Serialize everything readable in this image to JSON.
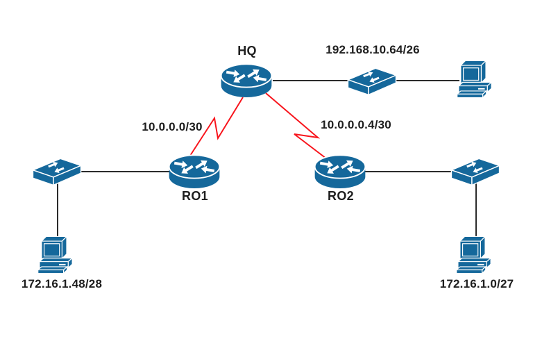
{
  "diagram_type": "network-topology",
  "colors": {
    "device_blue": "#15689b",
    "ethernet_link": "#2b2b2b",
    "serial_link_red": "#f8141c",
    "label_text": "#1e1e1e",
    "background": "#ffffff"
  },
  "nodes": {
    "hq_router": {
      "type": "router",
      "label": "HQ"
    },
    "ro1_router": {
      "type": "router",
      "label": "RO1"
    },
    "ro2_router": {
      "type": "router",
      "label": "RO2"
    },
    "hq_switch": {
      "type": "switch"
    },
    "left_switch": {
      "type": "switch"
    },
    "right_switch": {
      "type": "switch"
    },
    "hq_pc": {
      "type": "pc"
    },
    "left_pc": {
      "type": "pc"
    },
    "right_pc": {
      "type": "pc"
    }
  },
  "networks": {
    "hq_lan": "192.168.10.64/26",
    "serial_left": "10.0.0.0/30",
    "serial_right": "10.0.0.0.4/30",
    "left_lan": "172.16.1.48/28",
    "right_lan": "172.16.1.0/27"
  },
  "links": [
    {
      "from": "hq_router",
      "to": "hq_switch",
      "type": "ethernet"
    },
    {
      "from": "hq_switch",
      "to": "hq_pc",
      "type": "ethernet",
      "network": "192.168.10.64/26"
    },
    {
      "from": "hq_router",
      "to": "ro1_router",
      "type": "serial",
      "network": "10.0.0.0/30"
    },
    {
      "from": "hq_router",
      "to": "ro2_router",
      "type": "serial",
      "network": "10.0.0.0.4/30"
    },
    {
      "from": "left_switch",
      "to": "ro1_router",
      "type": "ethernet"
    },
    {
      "from": "left_switch",
      "to": "left_pc",
      "type": "ethernet",
      "network": "172.16.1.48/28"
    },
    {
      "from": "ro2_router",
      "to": "right_switch",
      "type": "ethernet"
    },
    {
      "from": "right_switch",
      "to": "right_pc",
      "type": "ethernet",
      "network": "172.16.1.0/27"
    }
  ]
}
